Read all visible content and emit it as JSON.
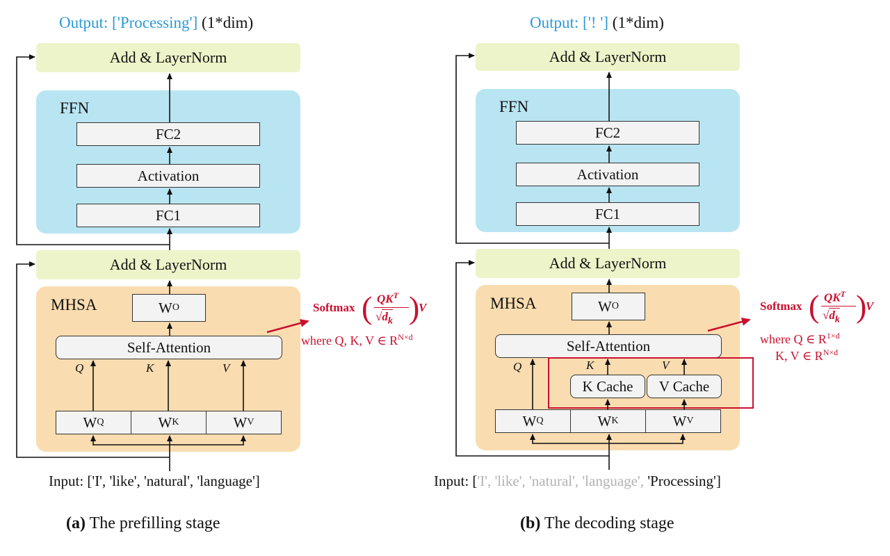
{
  "left": {
    "output_prefix": "Output:",
    "output_token": "['Processing']",
    "output_dim": "(1*dim)",
    "add_norm_top": "Add & LayerNorm",
    "ffn_label": "FFN",
    "fc2": "FC2",
    "activation": "Activation",
    "fc1": "FC1",
    "add_norm_bottom": "Add & LayerNorm",
    "mhsa_label": "MHSA",
    "wo": "W",
    "wo_sub": "O",
    "self_attention": "Self-Attention",
    "q": "Q",
    "k": "K",
    "v": "V",
    "wq": "W",
    "wq_sub": "Q",
    "wk": "W",
    "wk_sub": "K",
    "wv": "W",
    "wv_sub": "V",
    "formula_softmax": "Softmax",
    "formula_num": "QK",
    "formula_num_sup": "T",
    "formula_den": "d",
    "formula_den_sub": "k",
    "formula_v": "V",
    "where_text": "where Q, K, V ∈ R",
    "where_sup": "N×d",
    "input": "Input: ['I', 'like', 'natural', 'language']",
    "caption_bold": "(a)",
    "caption": "The prefilling stage"
  },
  "right": {
    "output_prefix": "Output:",
    "output_token": "['! ']",
    "output_dim": "(1*dim)",
    "add_norm_top": "Add & LayerNorm",
    "ffn_label": "FFN",
    "fc2": "FC2",
    "activation": "Activation",
    "fc1": "FC1",
    "add_norm_bottom": "Add & LayerNorm",
    "mhsa_label": "MHSA",
    "wo": "W",
    "wo_sub": "O",
    "self_attention": "Self-Attention",
    "q": "Q",
    "k": "K",
    "v": "V",
    "k_cache": "K Cache",
    "v_cache": "V Cache",
    "wq": "W",
    "wq_sub": "Q",
    "wk": "W",
    "wk_sub": "K",
    "wv": "W",
    "wv_sub": "V",
    "formula_softmax": "Softmax",
    "formula_num": "QK",
    "formula_num_sup": "T",
    "formula_den": "d",
    "formula_den_sub": "k",
    "formula_v": "V",
    "where_text": "where Q ∈ R",
    "where_sup": "1×d",
    "where2_text": "K, V ∈ R",
    "where2_sup": "N×d",
    "input_prefix": "Input: [",
    "input_past": "'I', 'like', 'natural', 'language',",
    "input_new": "'Processing']",
    "caption_bold": "(b)",
    "caption": "The decoding stage"
  }
}
